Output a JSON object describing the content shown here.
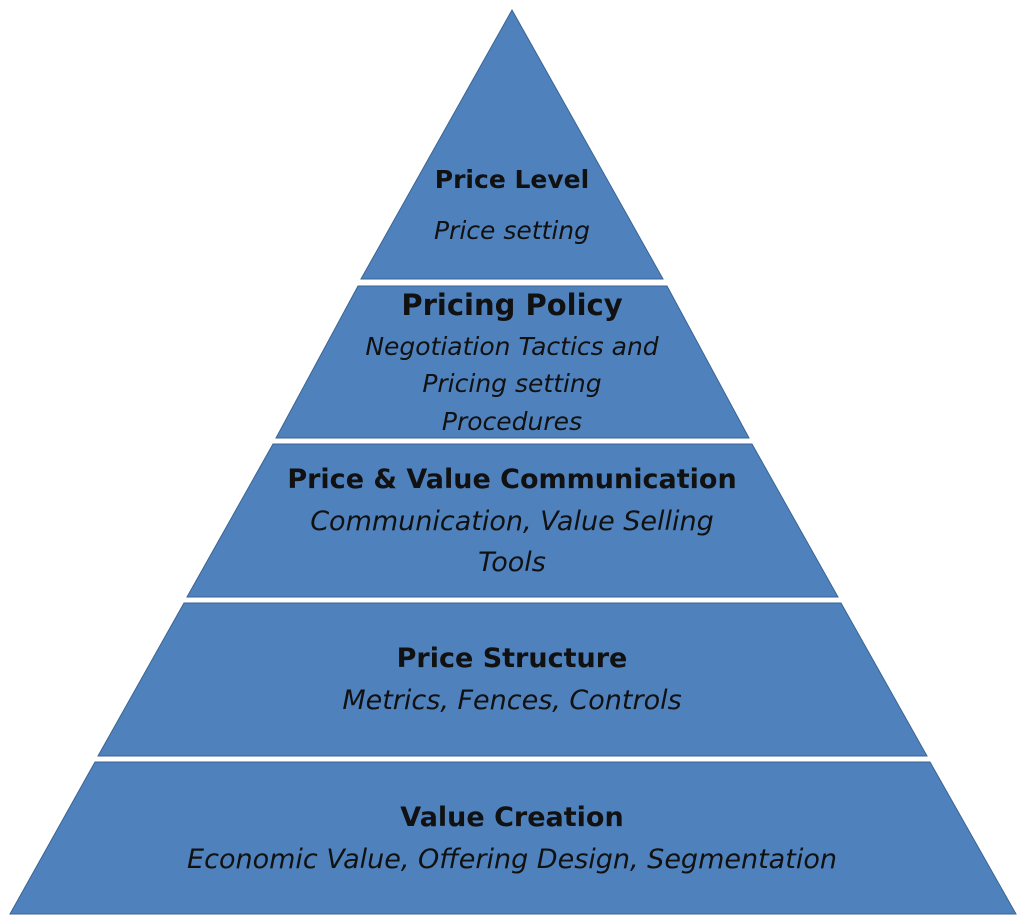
{
  "colors": {
    "tier_fill": "#4f81bd",
    "tier_edge": "#3a6493",
    "separator": "#ffffff",
    "text": "#111111",
    "background": "#ffffff"
  },
  "tiers": [
    {
      "title": "Price Level",
      "lines": [
        "Price setting"
      ]
    },
    {
      "title": "Pricing Policy",
      "lines": [
        "Negotiation Tactics and",
        "Pricing setting",
        "Procedures"
      ]
    },
    {
      "title": "Price & Value Communication",
      "lines": [
        "Communication, Value Selling",
        "Tools"
      ]
    },
    {
      "title": "Price Structure",
      "lines": [
        "Metrics, Fences, Controls"
      ]
    },
    {
      "title": "Value Creation",
      "lines": [
        "Economic Value, Offering Design, Segmentation"
      ]
    }
  ]
}
